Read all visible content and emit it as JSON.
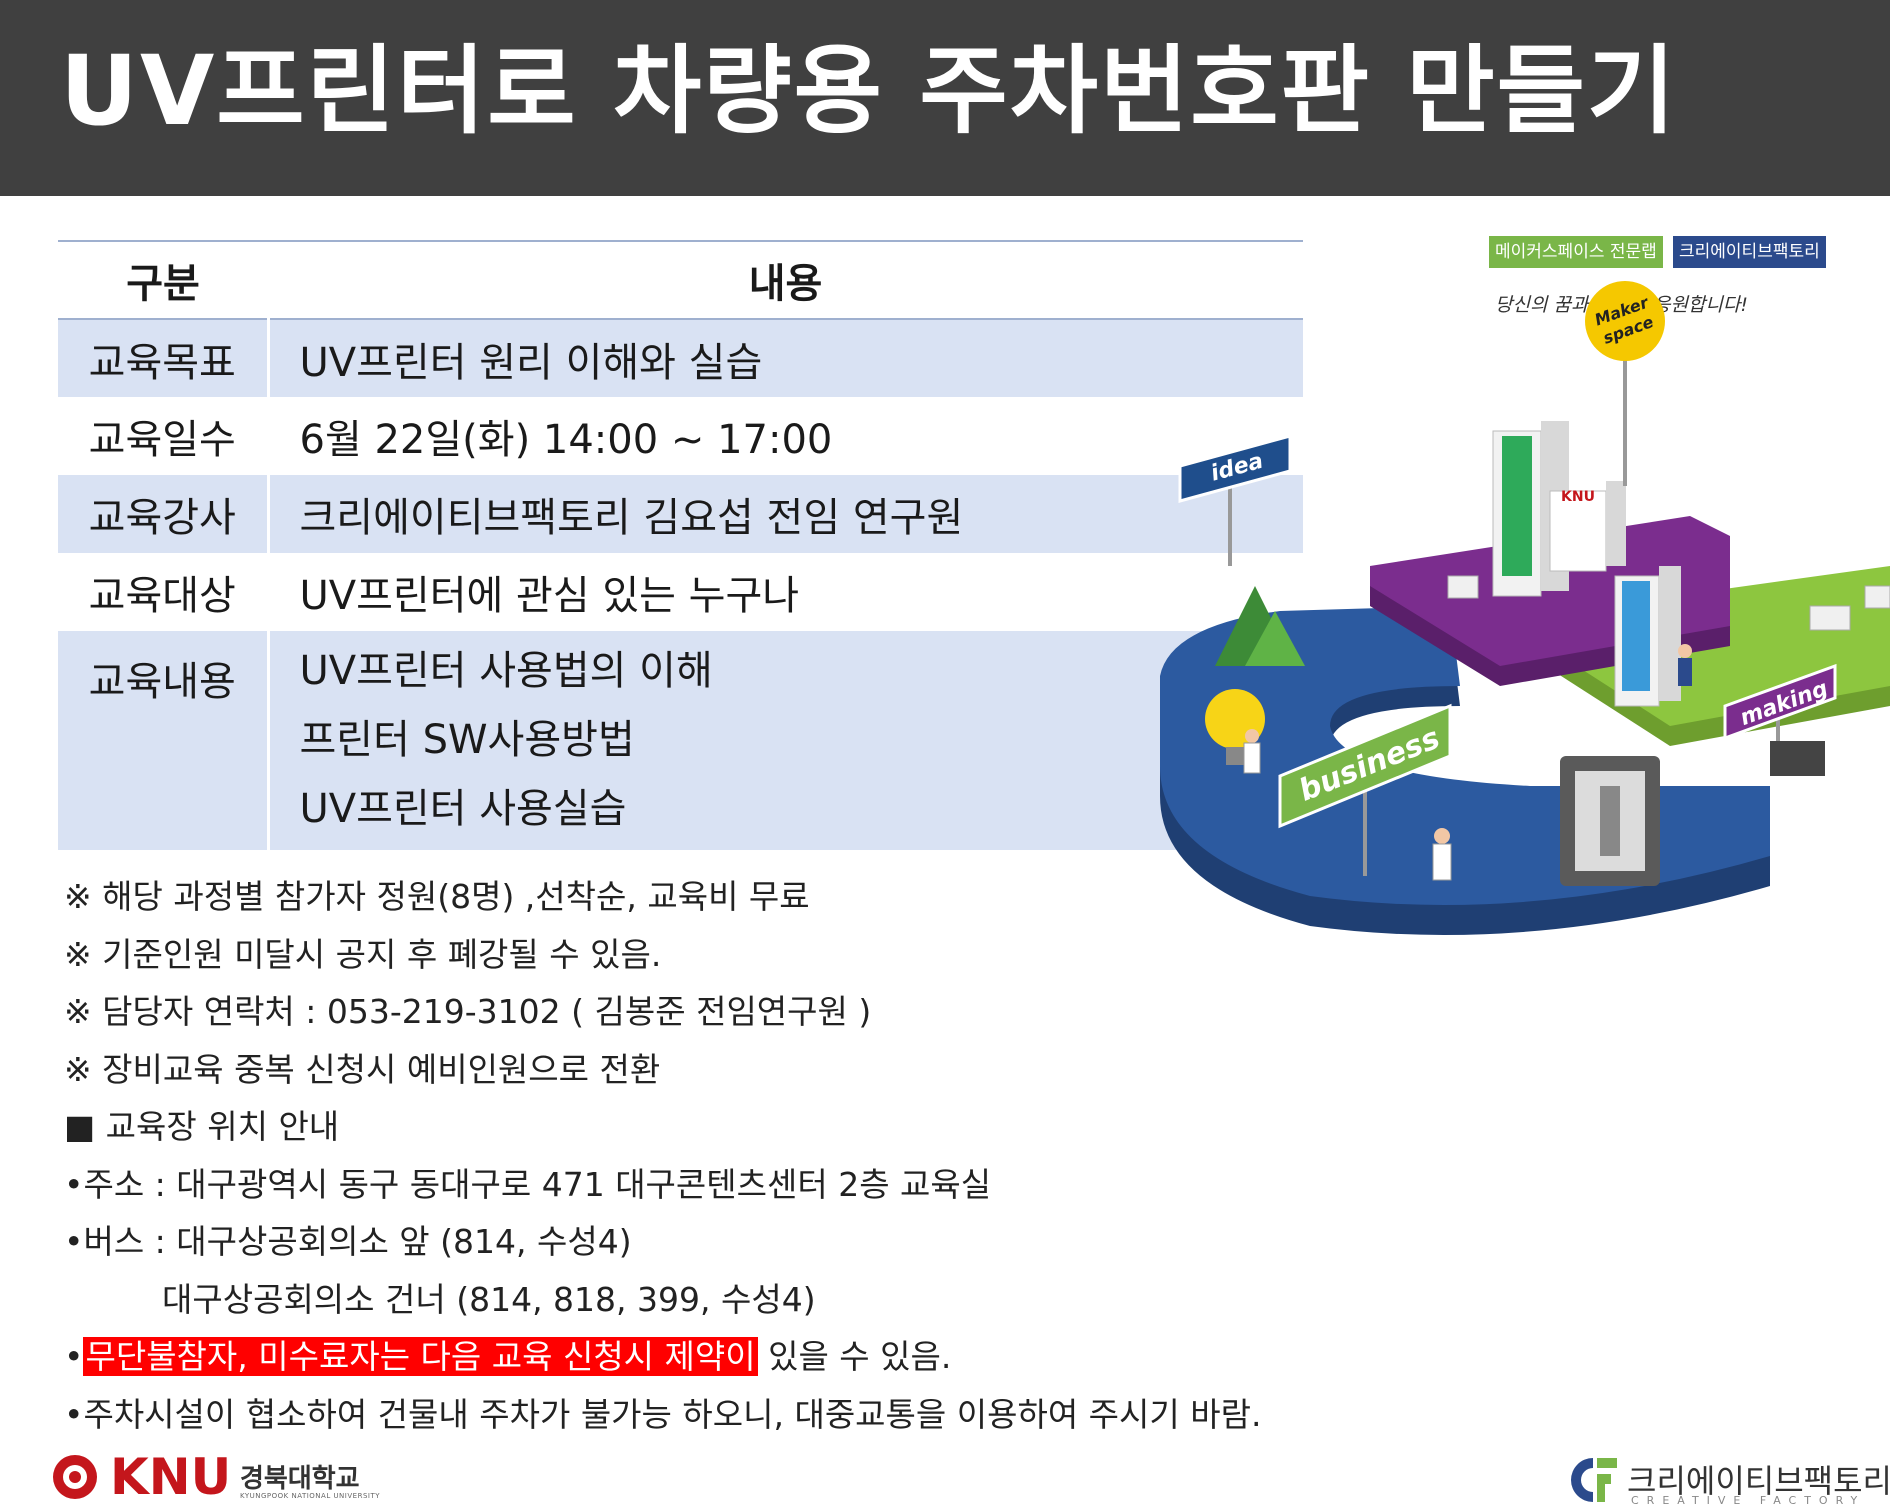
{
  "title": "UV프린터로 차량용 주차번호판 만들기",
  "table": {
    "header_label": "구분",
    "header_value": "내용",
    "rows": [
      {
        "label": "교육목표",
        "value": "UV프린터 원리 이해와 실습"
      },
      {
        "label": "교육일수",
        "value": "6월 22일(화) 14:00 ~ 17:00"
      },
      {
        "label": "교육강사",
        "value": "크리에이티브팩토리 김요섭 전임 연구원"
      },
      {
        "label": "교육대상",
        "value": "UV프린터에 관심 있는 누구나"
      }
    ],
    "content_row": {
      "label": "교육내용",
      "lines": [
        "UV프린터 사용법의 이해",
        "프린터 SW사용방법",
        "UV프린터 사용실습"
      ]
    }
  },
  "notes": {
    "n1": "※ 해당 과정별 참가자 정원(8명) ,선착순, 교육비 무료",
    "n2": "※ 기준인원 미달시 공지 후 폐강될 수 있음.",
    "n3": "※ 담당자 연락처 : 053-219-3102 ( 김봉준 전임연구원 )",
    "n4": "※ 장비교육 중복 신청시 예비인원으로 전환",
    "location_heading": "■ 교육장 위치 안내",
    "address": "•주소 : 대구광역시 동구 동대구로 471 대구콘텐츠센터 2층 교육실",
    "bus1": "•버스 : 대구상공회의소 앞 (814, 수성4)",
    "bus2": "대구상공회의소 건너 (814, 818, 399, 수성4)",
    "warning_bullet": "•",
    "warning_highlight": "무단불참자, 미수료자는 다음 교육 신청시 제약이",
    "warning_rest": " 있을 수 있음.",
    "parking": "•주차시설이 협소하여 건물내 주차가 불가능 하오니, 대중교통을 이용하여 주시기 바람."
  },
  "illustration": {
    "tag_left": "메이커스페이스 전문랩",
    "tag_right": "크리에이티브팩토리",
    "slogan": "당신의 꿈과 열정을 응원합니다!",
    "sign_idea": "idea",
    "sign_business": "business",
    "sign_making": "making",
    "badge_line1": "Maker",
    "badge_line2": "space",
    "building_label": "KNU"
  },
  "footer": {
    "knu_word": "KNU",
    "knu_korean": "경북대학교",
    "knu_english": "KYUNGPOOK NATIONAL UNIVERSITY",
    "cf_korean": "크리에이티브팩토리",
    "cf_english": "CREATIVE FACTORY"
  },
  "colors": {
    "header_bg": "#404040",
    "table_shade": "#d9e2f3",
    "highlight": "#ff0000",
    "purple_platform": "#7b2d8e",
    "green_platform": "#8dc63f",
    "blue_platform": "#1f4e8c"
  }
}
